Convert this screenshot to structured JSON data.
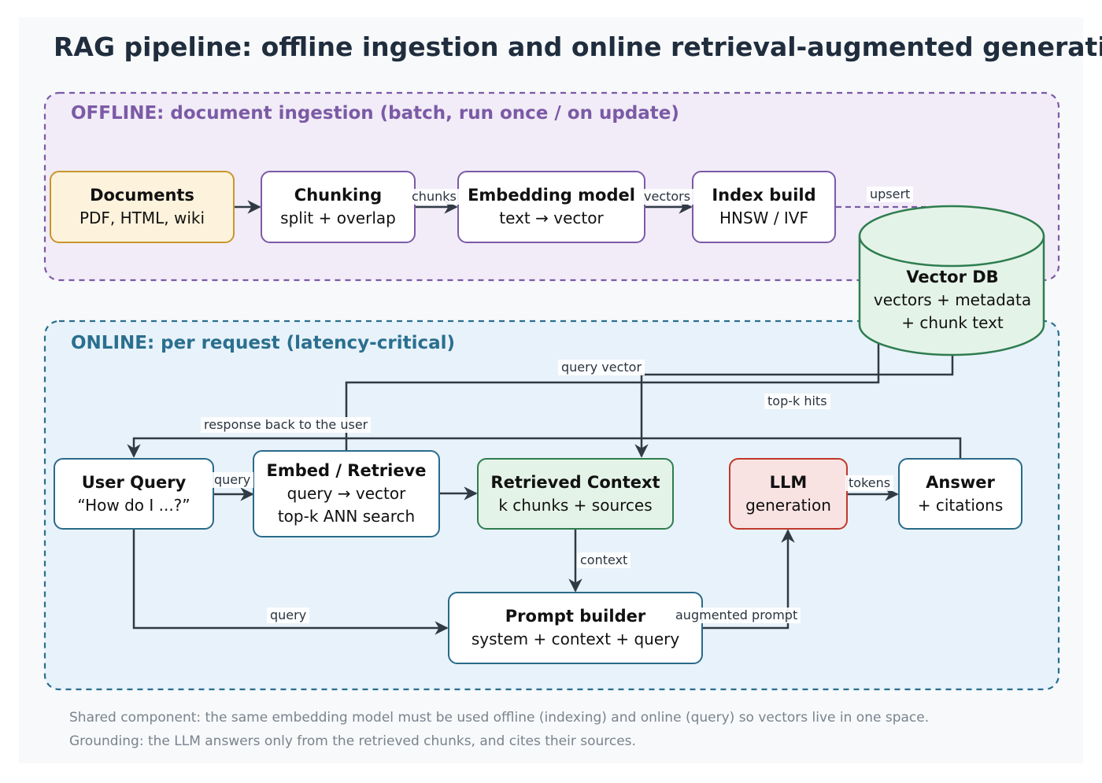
{
  "title": "RAG pipeline: offline ingestion and online retrieval-augmented generation",
  "regions": {
    "offline": "OFFLINE: document ingestion (batch, run once / on update)",
    "online": "ONLINE: per request (latency-critical)"
  },
  "nodes": {
    "documents": {
      "title": "Documents",
      "sub": "PDF, HTML, wiki"
    },
    "chunking": {
      "title": "Chunking",
      "sub": "split + overlap"
    },
    "embedding": {
      "title": "Embedding model",
      "sub": "text → vector"
    },
    "index": {
      "title": "Index build",
      "sub": "HNSW / IVF"
    },
    "vectordb": {
      "title": "Vector DB",
      "sub1": "vectors + metadata",
      "sub2": "+ chunk text"
    },
    "user_query": {
      "title": "User Query",
      "sub": "“How do I ...?”"
    },
    "embed_retrieve": {
      "title": "Embed / Retrieve",
      "sub1": "query → vector",
      "sub2": "top-k ANN search"
    },
    "retrieved": {
      "title": "Retrieved Context",
      "sub": "k chunks + sources"
    },
    "llm": {
      "title": "LLM",
      "sub": "generation"
    },
    "answer": {
      "title": "Answer",
      "sub": "+ citations"
    },
    "prompt": {
      "title": "Prompt builder",
      "sub": "system + context + query"
    }
  },
  "edges": {
    "chunks": "chunks",
    "vectors": "vectors",
    "upsert": "upsert",
    "query_vector": "query vector",
    "topk_hits": "top-k hits",
    "response": "response back to the user",
    "query1": "query",
    "tokens": "tokens",
    "context": "context",
    "query2": "query",
    "augmented": "augmented prompt"
  },
  "footer": [
    "Shared component: the same embedding model must be used offline (indexing) and online (query) so vectors live in one space.",
    "Grounding: the LLM answers only from the retrieved chunks, and cites their sources."
  ],
  "colors": {
    "offline": "#7b5aa6",
    "online": "#2a6f8f",
    "db": "#2e7d4f",
    "llm": "#c0392b",
    "documents": "#c9962a",
    "arrow": "#2f3a45"
  }
}
